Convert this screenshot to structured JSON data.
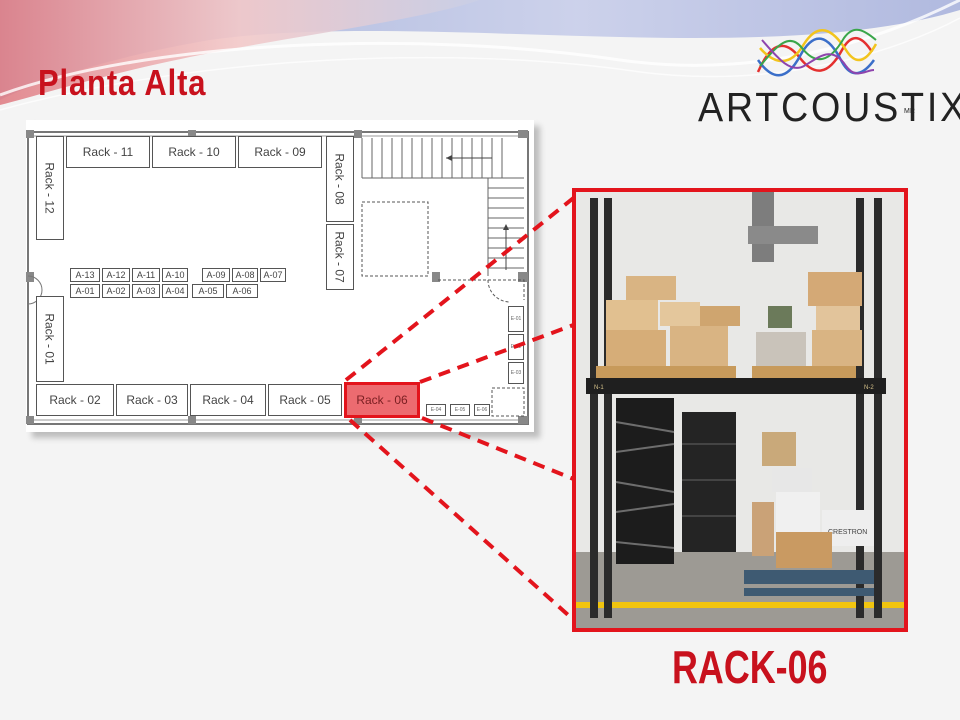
{
  "slide": {
    "title": "Planta Alta",
    "caption": "RACK-06",
    "colors": {
      "accent": "#e3141c",
      "title": "#c8111d",
      "highlight_fill": "#ec6b70"
    }
  },
  "logo": {
    "brand": "ARTCOUSTIX",
    "mark": "MR"
  },
  "floor_plan": {
    "racks": {
      "r11": "Rack - 11",
      "r10": "Rack - 10",
      "r09": "Rack - 09",
      "r12": "Rack - 12",
      "r08": "Rack - 08",
      "r07": "Rack - 07",
      "r01": "Rack - 01",
      "r02": "Rack - 02",
      "r03": "Rack - 03",
      "r04": "Rack - 04",
      "r05": "Rack - 05",
      "r06": "Rack - 06"
    },
    "shelves_top": [
      "A-13",
      "A-12",
      "A-11",
      "A-10",
      "A-09",
      "A-08",
      "A-07"
    ],
    "shelves_bottom": [
      "A-01",
      "A-02",
      "A-03",
      "A-04",
      "A-05",
      "A-06"
    ],
    "small_bins": [
      "E-01",
      "E-02",
      "E-03",
      "E-04",
      "E-05",
      "E-06"
    ],
    "highlighted": "Rack - 06"
  },
  "photo": {
    "subject": "RACK-06",
    "shelf_tags": [
      "N-1",
      "N-2"
    ],
    "box_label": "CRESTRON"
  }
}
